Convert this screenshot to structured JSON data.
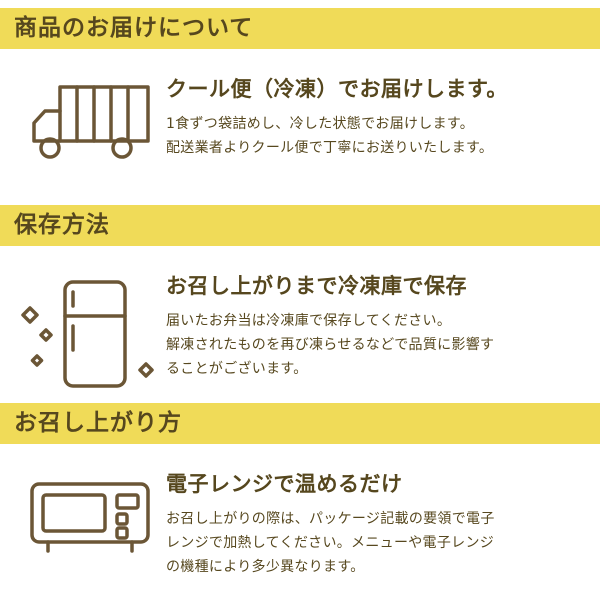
{
  "colors": {
    "band_background": "#f0db58",
    "text_brown": "#56471e",
    "icon_stroke": "#6b5636",
    "page_background": "#ffffff"
  },
  "sections": [
    {
      "band_title": "商品のお届けについて",
      "icon": "truck-icon",
      "title": "クール便（冷凍）でお届けします。",
      "body": "1食ずつ袋詰めし、冷した状態でお届けします。\n配送業者よりクール便で丁寧にお送りいたします。"
    },
    {
      "band_title": "保存方法",
      "icon": "fridge-icon",
      "title": "お召し上がりまで冷凍庫で保存",
      "body": "届いたお弁当は冷凍庫で保存してください。\n解凍されたものを再び凍らせるなどで品質に影響す\nることがございます。"
    },
    {
      "band_title": "お召し上がり方",
      "icon": "microwave-icon",
      "title": "電子レンジで温めるだけ",
      "body": "お召し上がりの際は、パッケージ記載の要領で電子\nレンジで加熱してください。メニューや電子レンジ\nの機種により多少異なります。"
    }
  ]
}
